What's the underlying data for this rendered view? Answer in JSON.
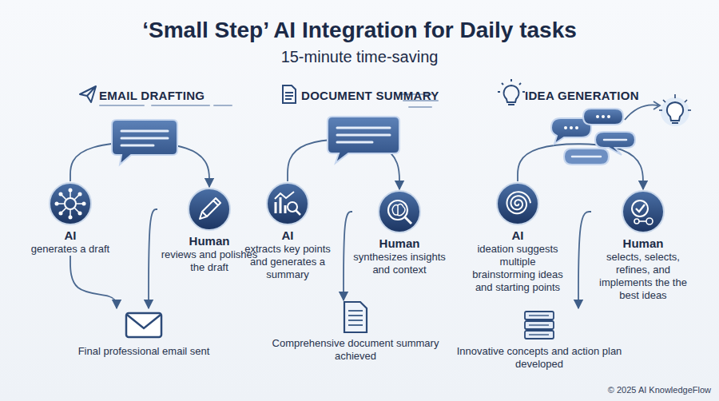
{
  "diagram": {
    "title": "‘Small Step’ AI Integration for Daily tasks",
    "nodes": [
      {
        "text": [
          "AI",
          "generates a draft"
        ]
      },
      {
        "text": [
          "Human",
          "reviews and polishes the draft"
        ]
      },
      {
        "text": [
          "Final professional email sent"
        ]
      },
      {
        "text": [
          "AI",
          "extracts key points and generates a summary"
        ]
      },
      {
        "text": [
          "Human",
          "synthesizes insights and context"
        ]
      },
      {
        "text": [
          "Comprehensive document summary achieved"
        ]
      },
      {
        "text": [
          "AI",
          "ideation suggests multiple brainstorming ideas and starting points"
        ]
      },
      {
        "text": [
          "Human",
          "selects, selects, refines, and implements the the best ideas"
        ]
      },
      {
        "text": [
          "Innovative concepts and action plan developed"
        ]
      }
    ],
    "edges": [
      {
        "from": 0,
        "to": 1,
        "arrow": "to"
      },
      {
        "from": 0,
        "to": 2,
        "arrow": "to"
      },
      {
        "from": 1,
        "to": 2,
        "arrow": "to"
      },
      {
        "from": 3,
        "to": 4,
        "arrow": "to"
      },
      {
        "from": 4,
        "to": 5,
        "arrow": "to"
      },
      {
        "from": 6,
        "to": 7,
        "arrow": "to"
      },
      {
        "from": 7,
        "to": 8,
        "arrow": "to"
      }
    ],
    "labels": [
      "15-minute time-saving",
      "EMAIL DRAFTING",
      "DOCUMENT SUMMARY",
      "IDEA GENERATION",
      "© 2025 AI KnowledgeFlow"
    ]
  }
}
